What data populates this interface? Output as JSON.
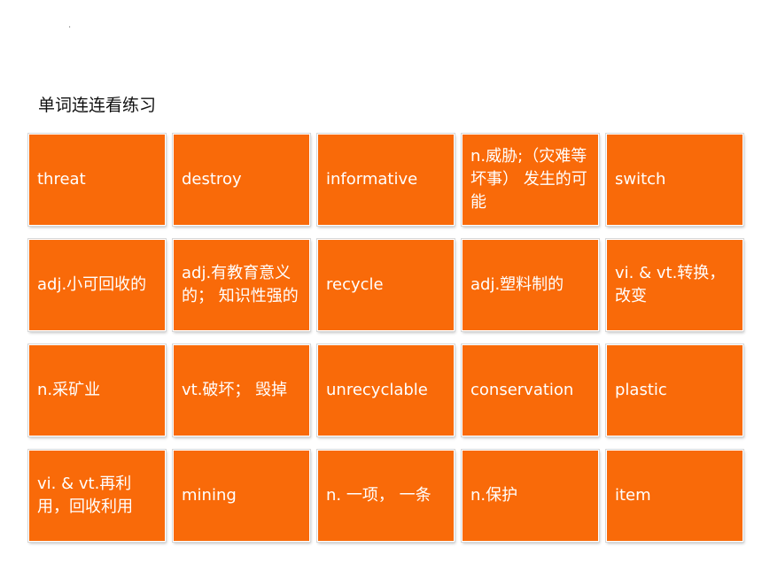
{
  "slide": {
    "marker": ".",
    "heading": "单词连连看练习"
  },
  "colors": {
    "tile_background": "#f96a09",
    "tile_text": "#ffffff"
  },
  "tiles": [
    "threat",
    "destroy",
    "informative",
    "n.威胁;（灾难等坏事） 发生的可能",
    "switch",
    "adj.小可回收的",
    "adj.有教育意义的； 知识性强的",
    "recycle",
    "adj.塑料制的",
    "vi. & vt.转换，改变",
    "n.采矿业",
    "vt.破坏； 毁掉",
    "unrecyclable",
    "conservation",
    "plastic",
    "vi. & vt.再利用，回收利用",
    "mining",
    "n. 一项， 一条",
    "n.保护",
    "item"
  ]
}
